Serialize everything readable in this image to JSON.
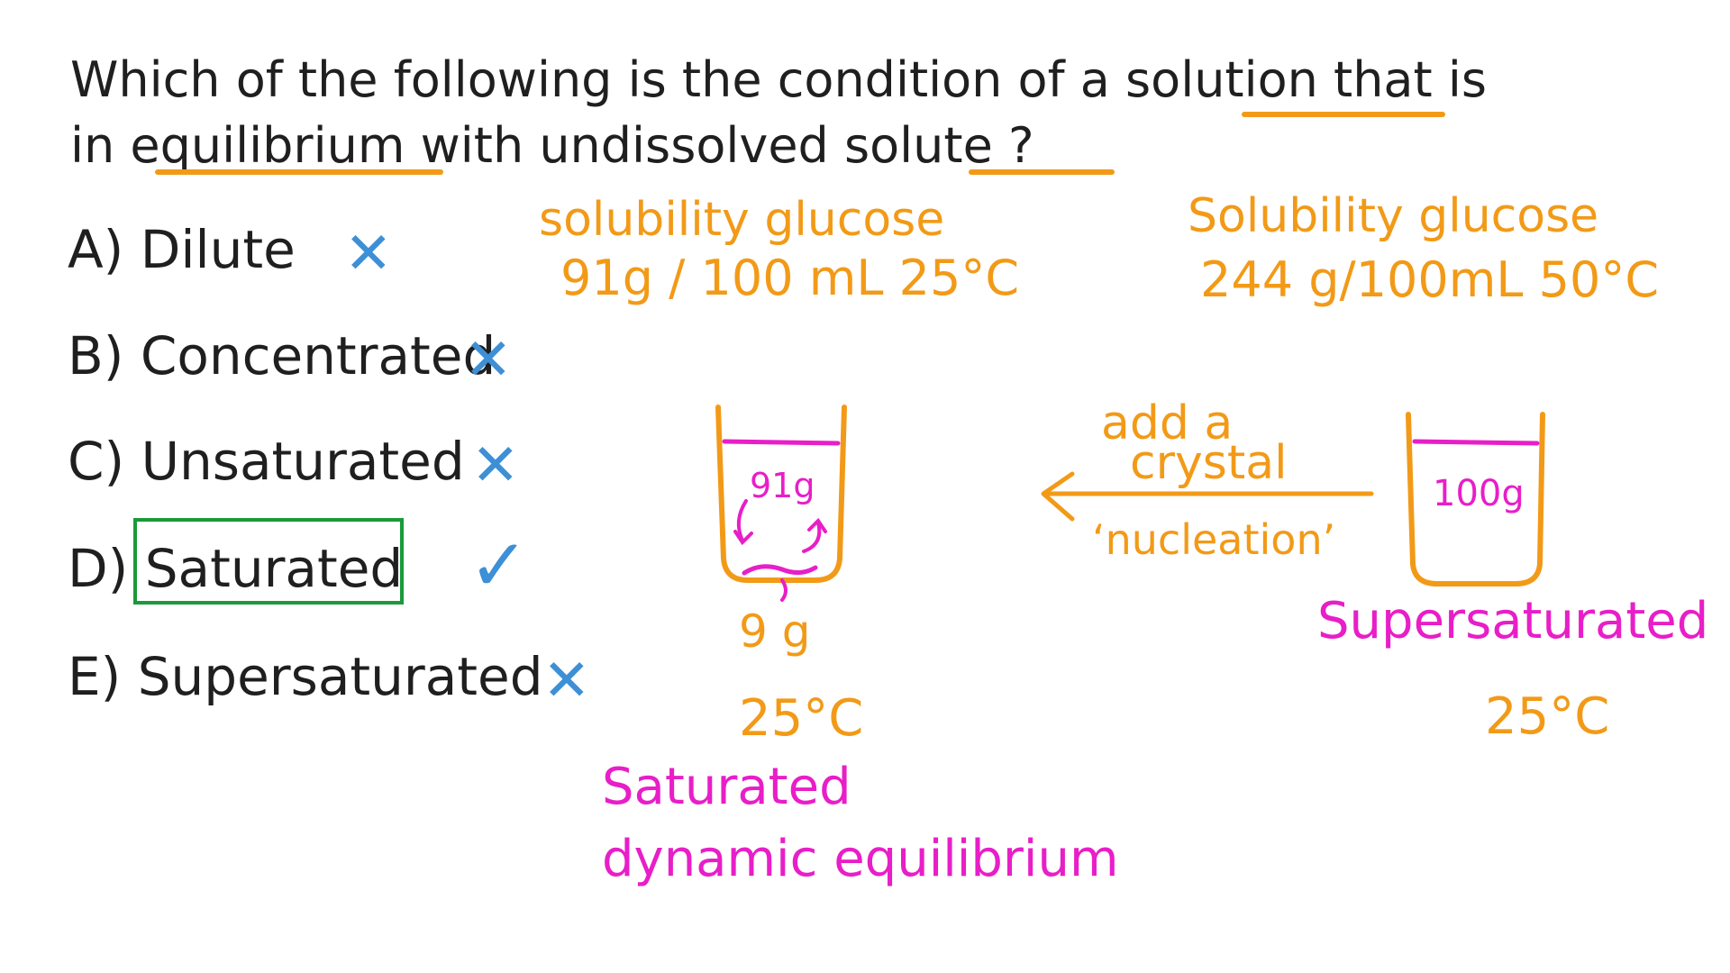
{
  "question": {
    "line1": "Which of the following is the condition of a solution that is",
    "line2": "in equilibrium with undissolved solute ?"
  },
  "options": [
    {
      "label": "A) Dilute",
      "mark": "✕"
    },
    {
      "label": "B) Concentrated",
      "mark": "✕"
    },
    {
      "label": "C) Unsaturated",
      "mark": "✕"
    },
    {
      "label": "D) Saturated",
      "mark": "✓"
    },
    {
      "label": "E) Supersaturated",
      "mark": "✕"
    }
  ],
  "left_note": {
    "line1": "solubility glucose",
    "line2": "91g / 100 mL   25°C"
  },
  "right_note": {
    "line1": "Solubility glucose",
    "line2": "244 g/100mL   50°C"
  },
  "left_beaker": {
    "content": "91g",
    "bottom": "9 g",
    "temp": "25°C",
    "label1": "Saturated",
    "label2": "dynamic equilibrium"
  },
  "arrow": {
    "line1": "add a",
    "line2": "crystal",
    "line3": "‘nucleation’"
  },
  "right_beaker": {
    "content": "100g",
    "label": "Supersaturated",
    "temp": "25°C"
  },
  "colors": {
    "ink": "#1f1f1f",
    "orange": "#f29a17",
    "pink": "#e81ec8",
    "blue": "#3d8fd6",
    "green": "#1a9a3a"
  }
}
